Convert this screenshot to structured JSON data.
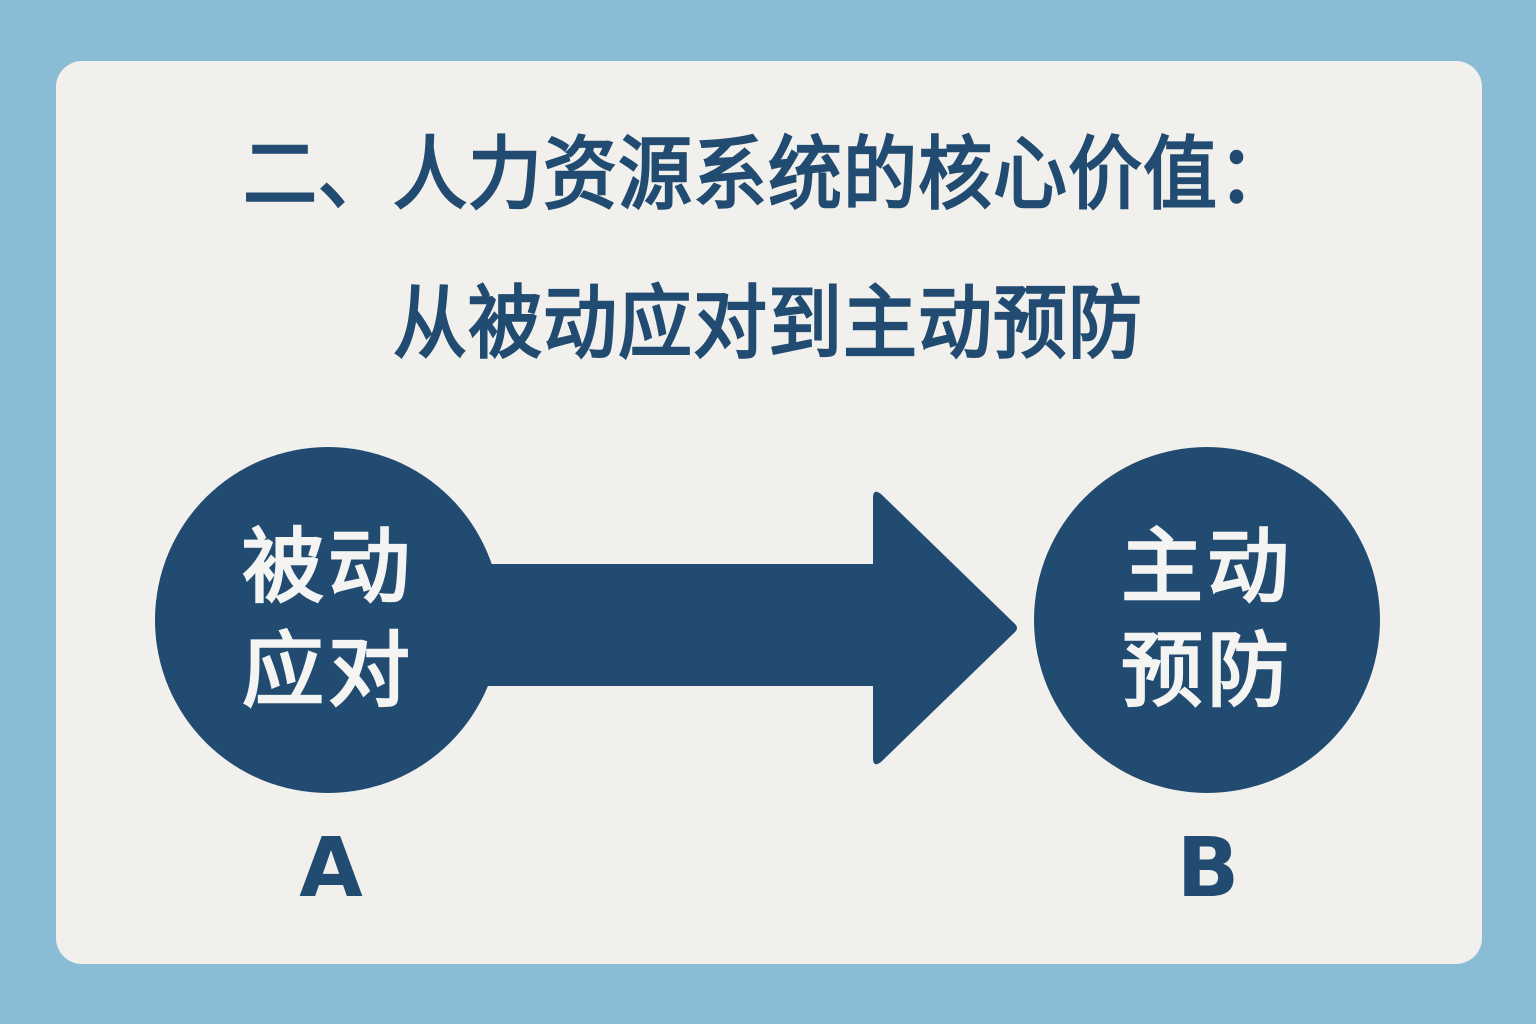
{
  "title": {
    "line1": "二、人力资源系统的核心价值：",
    "line2": "从被动应对到主动预防"
  },
  "diagram": {
    "from": {
      "text_line1": "被动",
      "text_line2": "应对",
      "label": "A"
    },
    "to": {
      "text_line1": "主动",
      "text_line2": "预防",
      "label": "B"
    },
    "connector": "right-arrow-icon"
  },
  "colors": {
    "background": "#8bbcd6",
    "card": "#f1f0ec",
    "primary": "#214b70",
    "circle_text": "#f4f4f2"
  }
}
